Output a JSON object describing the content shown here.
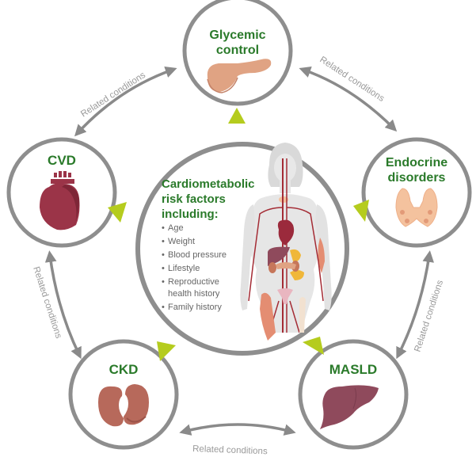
{
  "colors": {
    "title_green": "#2a7a2a",
    "ring_gray": "#8e8e8e",
    "arrow_gray": "#8a8a8a",
    "triangle_lime": "#b5cc1e",
    "pancreas": "#e0a383",
    "heart": "#9b3448",
    "thyroid": "#f4c29e",
    "kidney": "#b7695b",
    "liver": "#8f4a5c"
  },
  "center": {
    "title_lines": [
      "Cardiometabolic",
      "risk factors",
      "including:"
    ],
    "bullets": [
      "Age",
      "Weight",
      "Blood pressure",
      "Lifestyle",
      "Reproductive",
      "health history",
      "Family history"
    ],
    "figure_icon": "female-anatomy-illustration"
  },
  "nodes": {
    "glycemic": {
      "title_lines": [
        "Glycemic",
        "control"
      ],
      "icon": "pancreas-icon"
    },
    "cvd": {
      "title_lines": [
        "CVD"
      ],
      "icon": "heart-icon"
    },
    "endocrine": {
      "title_lines": [
        "Endocrine",
        "disorders"
      ],
      "icon": "thyroid-icon"
    },
    "ckd": {
      "title_lines": [
        "CKD"
      ],
      "icon": "kidneys-icon"
    },
    "masld": {
      "title_lines": [
        "MASLD"
      ],
      "icon": "liver-icon"
    }
  },
  "relations": {
    "label": "Related conditions",
    "links": [
      {
        "from": "CVD",
        "to": "Glycemic control"
      },
      {
        "from": "Glycemic control",
        "to": "Endocrine disorders"
      },
      {
        "from": "CVD",
        "to": "CKD"
      },
      {
        "from": "Endocrine disorders",
        "to": "MASLD"
      },
      {
        "from": "CKD",
        "to": "MASLD"
      }
    ]
  }
}
